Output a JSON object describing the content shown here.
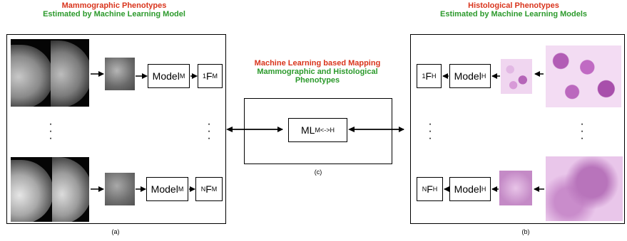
{
  "left_header": {
    "line1": "Mammographic Phenotypes",
    "line2": "Estimated by Machine Learning Model"
  },
  "right_header": {
    "line1": "Histological Phenotypes",
    "line2": "Estimated by Machine Learning Models"
  },
  "center_header": {
    "line1": "Machine Learning based Mapping",
    "line2": "Mammographic and Histological",
    "line3": "Phenotypes"
  },
  "panel_a": {
    "model": {
      "base": "Model",
      "sub": "M"
    },
    "feature_top": {
      "sup": "1",
      "base": "F",
      "sub": "M"
    },
    "feature_bottom": {
      "sup": "N",
      "base": "F",
      "sub": "M"
    },
    "caption": "(a)"
  },
  "panel_b": {
    "model": {
      "base": "Model",
      "sub": "H"
    },
    "feature_top": {
      "sup": "1",
      "base": "F",
      "sub": "H"
    },
    "feature_bottom": {
      "sup": "N",
      "base": "F",
      "sub": "H"
    },
    "caption": "(b)"
  },
  "panel_c": {
    "mapper": {
      "base": "ML",
      "sub": "M<->H"
    },
    "caption": "(c)"
  },
  "colors": {
    "title_red": "#d9341c",
    "title_green": "#2c9a2c",
    "histology_pink": "#c97bc9"
  }
}
